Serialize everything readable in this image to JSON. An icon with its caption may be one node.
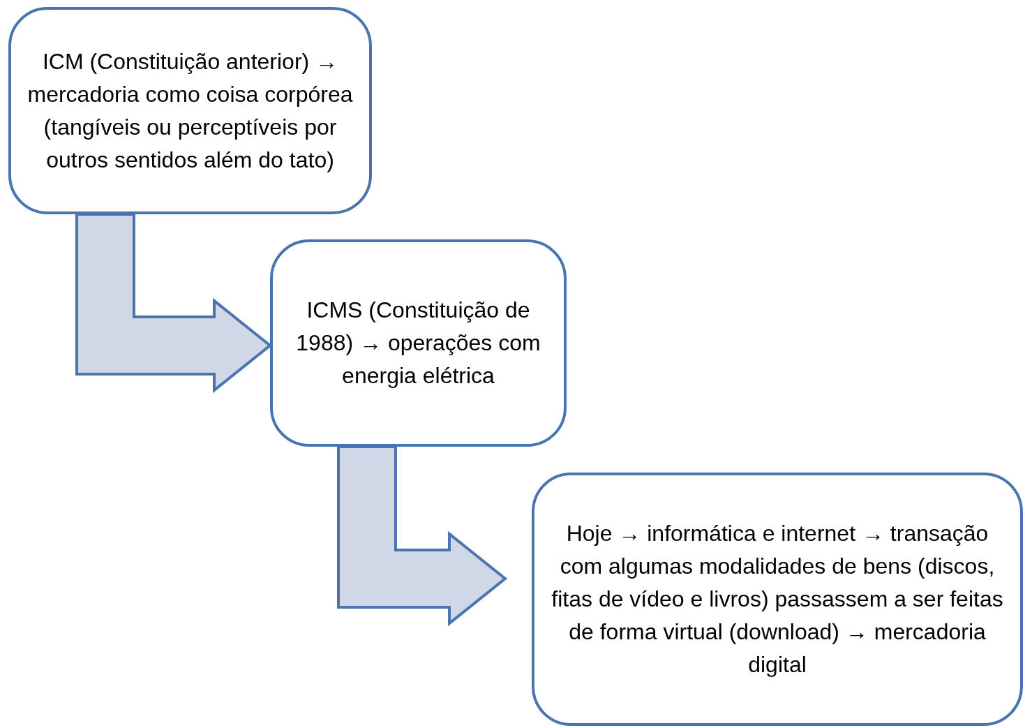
{
  "diagram": {
    "nodes": [
      {
        "text": [
          "ICM (Constituição anterior) → mercadoria como coisa corpórea (tangíveis ou perceptíveis por outros sentidos além do tato)"
        ]
      },
      {
        "text": [
          "ICMS (Constituição de 1988) → operações com energia elétrica"
        ]
      },
      {
        "text": [
          "Hoje → informática e internet → transação com algumas modalidades de bens (discos, fitas de vídeo e livros) passassem a ser feitas de forma virtual (download) → mercadoria digital"
        ]
      }
    ],
    "edges": [
      {
        "from": 0,
        "to": 1,
        "arrow": "to"
      },
      {
        "from": 1,
        "to": 2,
        "arrow": "to"
      }
    ]
  }
}
